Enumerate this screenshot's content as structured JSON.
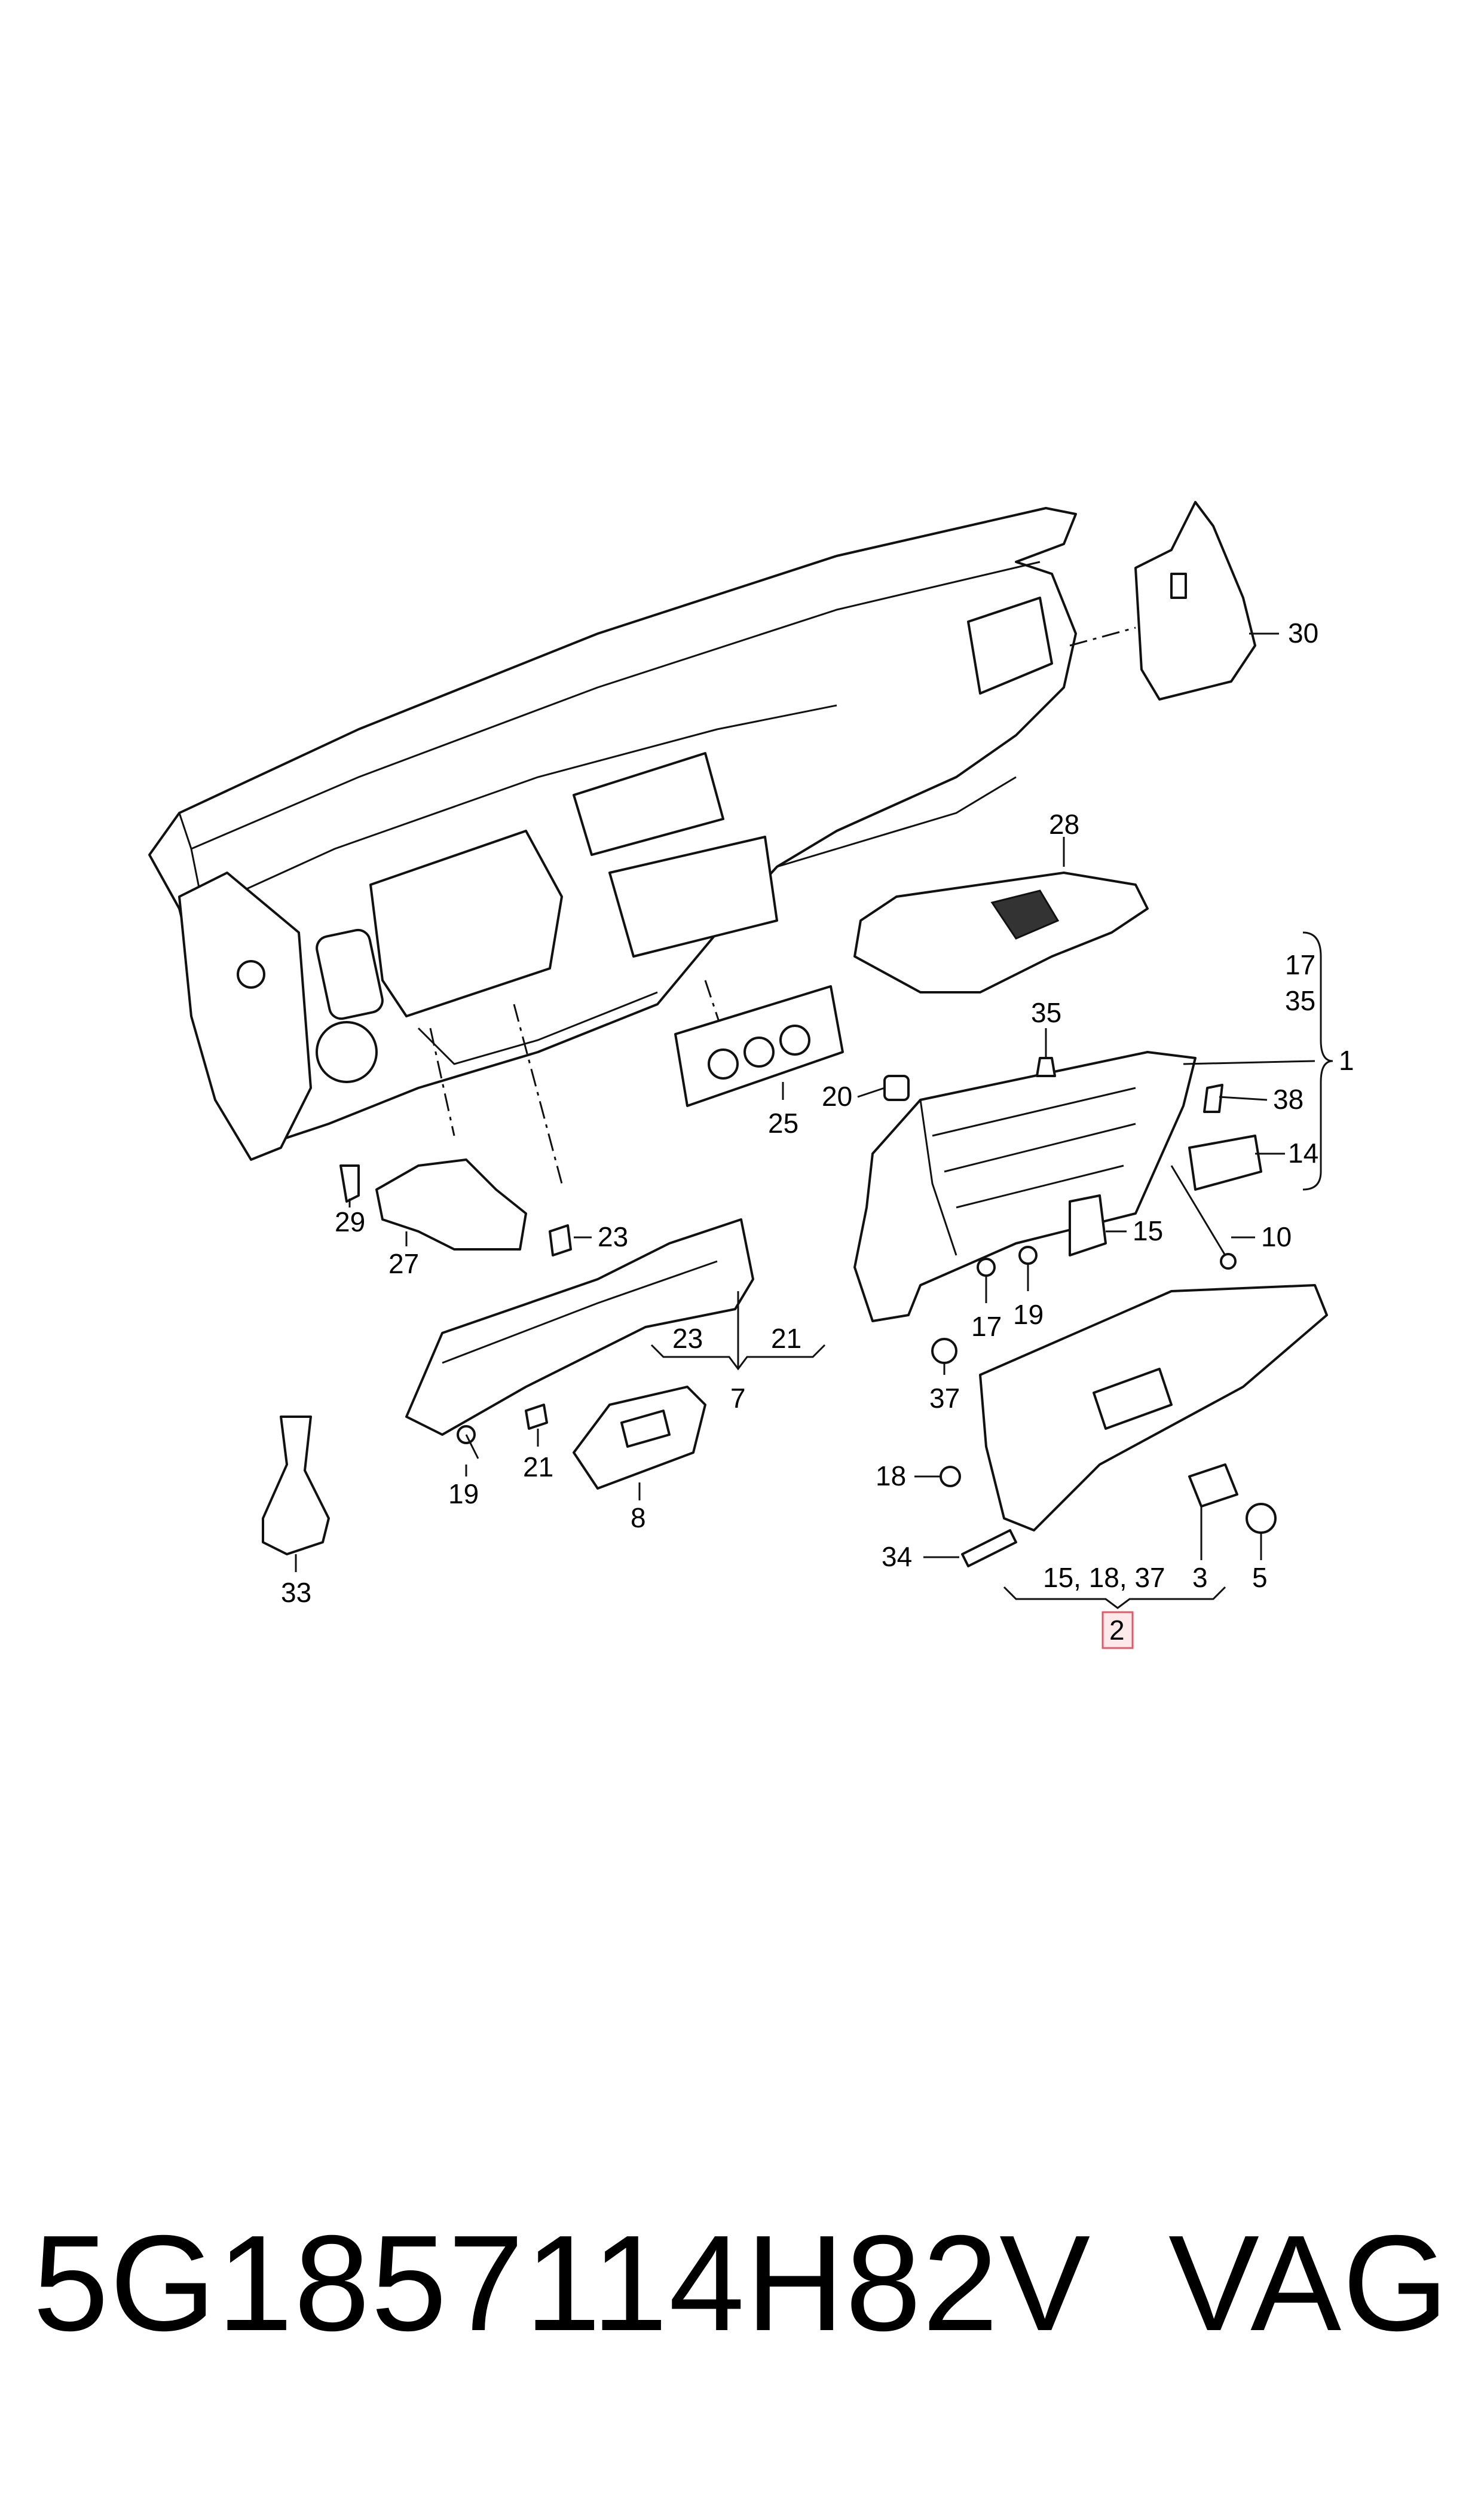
{
  "diagram": {
    "callouts": {
      "c1": "1",
      "c2": "2",
      "c3": "3",
      "c5": "5",
      "c7": "7",
      "c8": "8",
      "c10": "10",
      "c14": "14",
      "c15": "15",
      "c15b": "15, 18, 37",
      "c17a": "17",
      "c17b": "17",
      "c18": "18",
      "c19a": "19",
      "c19b": "19",
      "c20": "20",
      "c21a": "21",
      "c21b": "21",
      "c23a": "23",
      "c23b": "23",
      "c25": "25",
      "c27": "27",
      "c28": "28",
      "c29": "29",
      "c30": "30",
      "c33": "33",
      "c34": "34",
      "c35a": "35",
      "c35b": "35",
      "c37": "37",
      "c38": "38"
    },
    "highlight_color": "#e05a6a"
  },
  "footer": {
    "part_number": "5G1857114H82V",
    "brand": "VAG"
  }
}
